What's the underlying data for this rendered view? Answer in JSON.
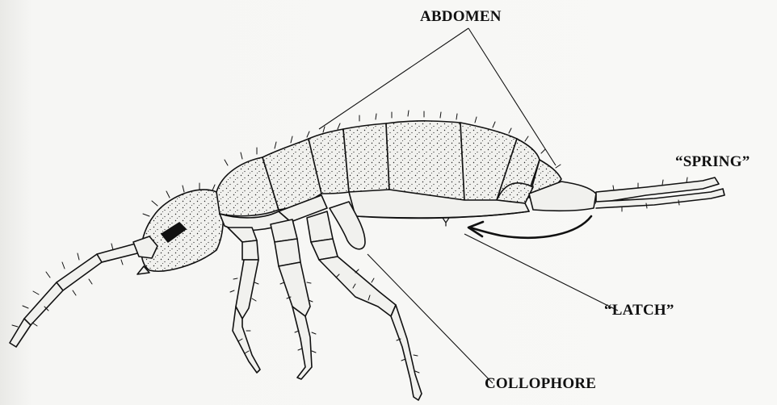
{
  "labels": {
    "abdomen": "ABDOMEN",
    "spring": "“SPRING”",
    "latch": "“LATCH”",
    "collophore": "COLLOPHORE"
  },
  "colors": {
    "ink": "#111111",
    "background": "#f7f7f5",
    "body_fill": "#f1f1ee"
  }
}
